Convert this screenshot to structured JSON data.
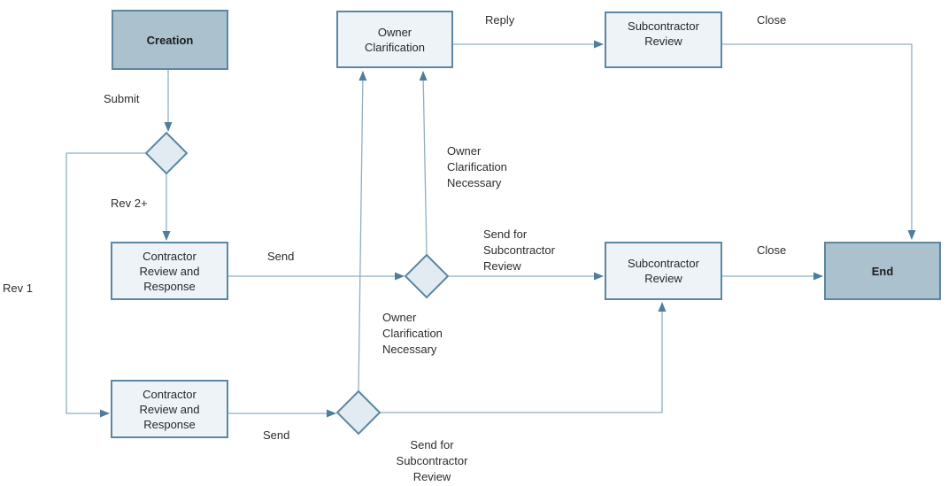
{
  "diagram": {
    "title": "Workflow diagram",
    "nodes": {
      "creation": {
        "label": "Creation",
        "kind": "start"
      },
      "owner_clarification": {
        "label": "Owner Clarification",
        "kind": "process"
      },
      "subcontractor_review_top": {
        "label": "Subcontractor Review",
        "kind": "process"
      },
      "contractor_review_mid": {
        "label": "Contractor Review and Response",
        "kind": "process"
      },
      "contractor_review_bottom": {
        "label": "Contractor Review and Response",
        "kind": "process"
      },
      "subcontractor_review_mid": {
        "label": "Subcontractor Review",
        "kind": "process"
      },
      "end": {
        "label": "End",
        "kind": "end"
      }
    },
    "decisions": [
      {
        "name": "decision-after-creation"
      },
      {
        "name": "decision-mid-route"
      },
      {
        "name": "decision-bottom-route"
      }
    ],
    "edge_labels": {
      "submit": "Submit",
      "rev_2_plus": "Rev 2+",
      "rev_1": "Rev 1",
      "send_mid": "Send",
      "send_bottom": "Send",
      "reply": "Reply",
      "close_top": "Close",
      "close_mid": "Close",
      "owner_clarification_necessary_top": "Owner Clarification Necessary",
      "owner_clarification_necessary_bottom": "Owner Clarification Necessary",
      "send_for_subcontractor_review_top": "Send for Subcontractor Review",
      "send_for_subcontractor_review_bottom": "Send for Subcontractor Review"
    },
    "colors": {
      "node_fill_dark": "#abc1ce",
      "node_fill_light": "#eef3f8",
      "diamond_fill": "#e3ebf2",
      "node_border": "#5b87a2",
      "connector_line": "#8fafc2",
      "arrowhead": "#4e7e9b",
      "text": "#26282a",
      "background": "#ffffff"
    }
  }
}
